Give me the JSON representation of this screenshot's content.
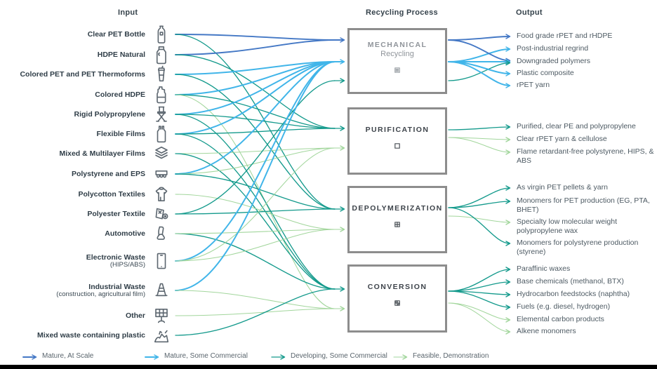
{
  "headers": {
    "input": "Input",
    "process": "Recycling Process",
    "output": "Output"
  },
  "colors": {
    "mature_at_scale": "#4478C5",
    "mature_some_commercial": "#41B5E9",
    "developing_some_commercial": "#149A8C",
    "feasible_demonstration": "#A2D69C",
    "icon_stroke": "#5d6770",
    "box_border": "#8d8d8d"
  },
  "inputs": [
    {
      "id": "clear-pet",
      "label": "Clear PET Bottle",
      "sublabel": "",
      "icon": "bottle-icon"
    },
    {
      "id": "hdpe-natural",
      "label": "HDPE Natural",
      "sublabel": "",
      "icon": "jug-icon"
    },
    {
      "id": "colored-pet",
      "label": "Colored PET and PET Thermoforms",
      "sublabel": "",
      "icon": "cup-icon"
    },
    {
      "id": "colored-hdpe",
      "label": "Colored HDPE",
      "sublabel": "",
      "icon": "detergent-bottle-icon"
    },
    {
      "id": "rigid-pp",
      "label": "Rigid Polypropylene",
      "sublabel": "",
      "icon": "chair-icon"
    },
    {
      "id": "flexible-films",
      "label": "Flexible Films",
      "sublabel": "",
      "icon": "bag-icon"
    },
    {
      "id": "mixed-films",
      "label": "Mixed & Multilayer Films",
      "sublabel": "",
      "icon": "layers-icon"
    },
    {
      "id": "ps-eps",
      "label": "Polystyrene and EPS",
      "sublabel": "",
      "icon": "foam-container-icon"
    },
    {
      "id": "polycotton",
      "label": "Polycotton Textiles",
      "sublabel": "",
      "icon": "hoodie-icon"
    },
    {
      "id": "polyester",
      "label": "Polyester Textile",
      "sublabel": "",
      "icon": "fabric-roll-icon"
    },
    {
      "id": "automotive",
      "label": "Automotive",
      "sublabel": "",
      "icon": "car-seat-icon"
    },
    {
      "id": "e-waste",
      "label": "Electronic Waste",
      "sublabel": "(HIPS/ABS)",
      "icon": "smartphone-icon"
    },
    {
      "id": "industrial",
      "label": "Industrial Waste",
      "sublabel": "(construction, agricultural film)",
      "icon": "traffic-cone-icon"
    },
    {
      "id": "other",
      "label": "Other",
      "sublabel": "",
      "icon": "solar-panel-icon"
    },
    {
      "id": "mixed-waste",
      "label": "Mixed waste containing plastic",
      "sublabel": "",
      "icon": "waste-pile-icon"
    }
  ],
  "processes": [
    {
      "id": "mechanical",
      "title": "MECHANICAL",
      "subtitle": "Recycling",
      "icon": "grid-dotted-icon"
    },
    {
      "id": "purification",
      "title": "PURIFICATION",
      "subtitle": "",
      "icon": "square-outline-icon"
    },
    {
      "id": "depolymerization",
      "title": "DEPOLYMERIZATION",
      "subtitle": "",
      "icon": "grid-2x2-icon"
    },
    {
      "id": "conversion",
      "title": "CONVERSION",
      "subtitle": "",
      "icon": "grid-partial-icon"
    }
  ],
  "outputs": [
    {
      "id": "food-grade-rpet",
      "process": "mechanical",
      "label": "Food grade rPET and rHDPE",
      "arrows": [
        "mature_at_scale"
      ]
    },
    {
      "id": "post-ind-regrind",
      "process": "mechanical",
      "label": "Post-industrial regrind",
      "arrows": [
        "mature_some_commercial"
      ]
    },
    {
      "id": "downgraded",
      "process": "mechanical",
      "label": "Downgraded polymers",
      "arrows": [
        "mature_at_scale",
        "mature_some_commercial",
        "developing_some_commercial"
      ]
    },
    {
      "id": "plastic-composite",
      "process": "mechanical",
      "label": "Plastic composite",
      "arrows": [
        "mature_some_commercial"
      ]
    },
    {
      "id": "rpet-yarn",
      "process": "mechanical",
      "label": "rPET yarn",
      "arrows": [
        "mature_some_commercial"
      ]
    },
    {
      "id": "purified-pe-pp",
      "process": "purification",
      "label": "Purified, clear PE and polypropylene",
      "arrows": [
        "developing_some_commercial"
      ]
    },
    {
      "id": "clear-rpet-cellulose",
      "process": "purification",
      "label": "Clear rPET yarn & cellulose",
      "arrows": [
        "feasible_demonstration"
      ]
    },
    {
      "id": "flame-retardant-free",
      "process": "purification",
      "label": "Flame retardant-free polystyrene, HIPS, & ABS",
      "arrows": [
        "feasible_demonstration"
      ]
    },
    {
      "id": "virgin-pet",
      "process": "depolymerization",
      "label": "As virgin PET pellets & yarn",
      "arrows": [
        "developing_some_commercial"
      ]
    },
    {
      "id": "monomers-pet",
      "process": "depolymerization",
      "label": "Monomers for PET production (EG, PTA, BHET)",
      "arrows": [
        "developing_some_commercial"
      ]
    },
    {
      "id": "specialty-wax",
      "process": "depolymerization",
      "label": "Specialty low molecular weight polypropylene wax",
      "arrows": [
        "feasible_demonstration"
      ]
    },
    {
      "id": "monomers-ps",
      "process": "depolymerization",
      "label": "Monomers for polystyrene production (styrene)",
      "arrows": [
        "developing_some_commercial"
      ]
    },
    {
      "id": "paraffinic-waxes",
      "process": "conversion",
      "label": "Paraffinic waxes",
      "arrows": [
        "developing_some_commercial"
      ]
    },
    {
      "id": "base-chemicals",
      "process": "conversion",
      "label": "Base chemicals (methanol, BTX)",
      "arrows": [
        "developing_some_commercial"
      ]
    },
    {
      "id": "hydrocarbon-feedstocks",
      "process": "conversion",
      "label": "Hydrocarbon feedstocks (naphtha)",
      "arrows": [
        "developing_some_commercial"
      ]
    },
    {
      "id": "fuels",
      "process": "conversion",
      "label": "Fuels (e.g. diesel, hydrogen)",
      "arrows": [
        "developing_some_commercial"
      ]
    },
    {
      "id": "elemental-carbon",
      "process": "conversion",
      "label": "Elemental carbon products",
      "arrows": [
        "feasible_demonstration"
      ]
    },
    {
      "id": "alkene-monomers",
      "process": "conversion",
      "label": "Alkene monomers",
      "arrows": [
        "feasible_demonstration"
      ]
    }
  ],
  "connections": [
    {
      "from": "clear-pet",
      "to": "mechanical",
      "maturity": "mature_at_scale"
    },
    {
      "from": "clear-pet",
      "to": "depolymerization",
      "maturity": "developing_some_commercial"
    },
    {
      "from": "hdpe-natural",
      "to": "mechanical",
      "maturity": "mature_at_scale"
    },
    {
      "from": "hdpe-natural",
      "to": "purification",
      "maturity": "developing_some_commercial"
    },
    {
      "from": "colored-pet",
      "to": "mechanical",
      "maturity": "mature_some_commercial"
    },
    {
      "from": "colored-pet",
      "to": "depolymerization",
      "maturity": "developing_some_commercial"
    },
    {
      "from": "colored-hdpe",
      "to": "mechanical",
      "maturity": "mature_some_commercial"
    },
    {
      "from": "colored-hdpe",
      "to": "purification",
      "maturity": "developing_some_commercial"
    },
    {
      "from": "colored-hdpe",
      "to": "conversion",
      "maturity": "feasible_demonstration"
    },
    {
      "from": "rigid-pp",
      "to": "mechanical",
      "maturity": "mature_some_commercial"
    },
    {
      "from": "rigid-pp",
      "to": "purification",
      "maturity": "developing_some_commercial"
    },
    {
      "from": "rigid-pp",
      "to": "conversion",
      "maturity": "developing_some_commercial"
    },
    {
      "from": "flexible-films",
      "to": "mechanical",
      "maturity": "mature_some_commercial"
    },
    {
      "from": "flexible-films",
      "to": "purification",
      "maturity": "developing_some_commercial"
    },
    {
      "from": "flexible-films",
      "to": "conversion",
      "maturity": "developing_some_commercial"
    },
    {
      "from": "mixed-films",
      "to": "purification",
      "maturity": "feasible_demonstration"
    },
    {
      "from": "mixed-films",
      "to": "conversion",
      "maturity": "developing_some_commercial"
    },
    {
      "from": "ps-eps",
      "to": "mechanical",
      "maturity": "mature_some_commercial"
    },
    {
      "from": "ps-eps",
      "to": "purification",
      "maturity": "feasible_demonstration"
    },
    {
      "from": "ps-eps",
      "to": "depolymerization",
      "maturity": "developing_some_commercial"
    },
    {
      "from": "polycotton",
      "to": "depolymerization",
      "maturity": "feasible_demonstration"
    },
    {
      "from": "polyester",
      "to": "mechanical",
      "maturity": "developing_some_commercial"
    },
    {
      "from": "polyester",
      "to": "depolymerization",
      "maturity": "developing_some_commercial"
    },
    {
      "from": "automotive",
      "to": "conversion",
      "maturity": "developing_some_commercial"
    },
    {
      "from": "automotive",
      "to": "depolymerization",
      "maturity": "feasible_demonstration"
    },
    {
      "from": "e-waste",
      "to": "mechanical",
      "maturity": "mature_some_commercial"
    },
    {
      "from": "e-waste",
      "to": "purification",
      "maturity": "feasible_demonstration"
    },
    {
      "from": "e-waste",
      "to": "depolymerization",
      "maturity": "feasible_demonstration"
    },
    {
      "from": "industrial",
      "to": "mechanical",
      "maturity": "mature_some_commercial"
    },
    {
      "from": "industrial",
      "to": "conversion",
      "maturity": "feasible_demonstration"
    },
    {
      "from": "other",
      "to": "conversion",
      "maturity": "feasible_demonstration"
    },
    {
      "from": "mixed-waste",
      "to": "conversion",
      "maturity": "developing_some_commercial"
    }
  ],
  "legend": [
    {
      "label": "Mature, At Scale",
      "maturity": "mature_at_scale"
    },
    {
      "label": "Mature, Some Commercial",
      "maturity": "mature_some_commercial"
    },
    {
      "label": "Developing, Some Commercial",
      "maturity": "developing_some_commercial"
    },
    {
      "label": "Feasible, Demonstration",
      "maturity": "feasible_demonstration"
    }
  ]
}
